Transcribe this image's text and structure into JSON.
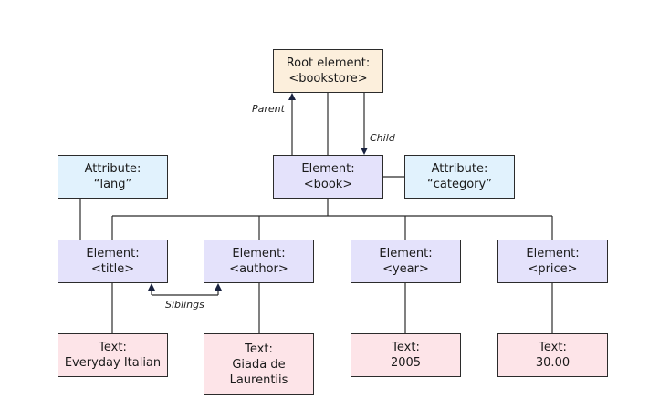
{
  "diagram": {
    "root": {
      "line1": "Root element:",
      "line2": "<bookstore>"
    },
    "book": {
      "line1": "Element:",
      "line2": "<book>"
    },
    "attr_lang": {
      "line1": "Attribute:",
      "line2": "“lang”"
    },
    "attr_category": {
      "line1": "Attribute:",
      "line2": "“category”"
    },
    "el_title": {
      "line1": "Element:",
      "line2": "<title>"
    },
    "el_author": {
      "line1": "Element:",
      "line2": "<author>"
    },
    "el_year": {
      "line1": "Element:",
      "line2": "<year>"
    },
    "el_price": {
      "line1": "Element:",
      "line2": "<price>"
    },
    "txt_title": {
      "line1": "Text:",
      "line2": "Everyday Italian"
    },
    "txt_author": {
      "line1": "Text:",
      "line2": "Giada de",
      "line3": "Laurentiis"
    },
    "txt_year": {
      "line1": "Text:",
      "line2": "2005"
    },
    "txt_price": {
      "line1": "Text:",
      "line2": "30.00"
    },
    "labels": {
      "parent": "Parent",
      "child": "Child",
      "siblings": "Siblings"
    },
    "colors": {
      "root_fill": "#fcefdc",
      "element_fill": "#e4e2fb",
      "attribute_fill": "#e1f2fd",
      "text_fill": "#fde4e8",
      "arrow": "#1a2340"
    }
  }
}
